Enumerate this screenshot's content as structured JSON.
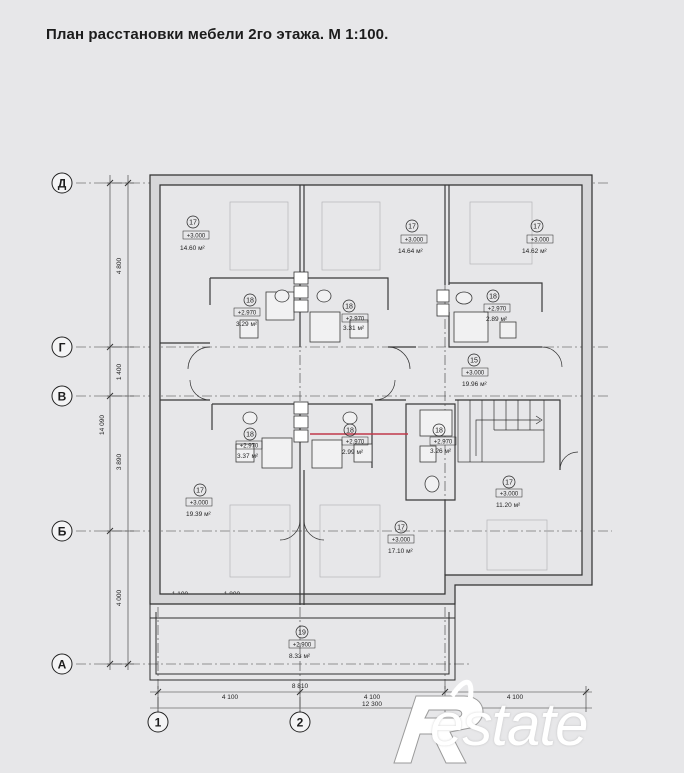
{
  "title": "План расстановки мебели 2го этажа.    М 1:100.",
  "axes_rows": [
    {
      "label": "Д"
    },
    {
      "label": "Г"
    },
    {
      "label": "В"
    },
    {
      "label": "Б"
    },
    {
      "label": "А"
    }
  ],
  "axes_cols": [
    {
      "label": "1"
    },
    {
      "label": "2"
    }
  ],
  "dims_vertical": {
    "d_g": "4 800",
    "g_v": "1 400",
    "v_b": "3 890",
    "b_a": "4 000",
    "total": "14 090"
  },
  "dims_horizontal": {
    "seg_1100": "1 100",
    "seg_1800": "1 800",
    "bot_4100_a": "4 100",
    "bot_8810": "8 810",
    "bot_4100_b": "4 100",
    "bot_4100_c": "4 100",
    "bot_12300": "12 300"
  },
  "rooms": [
    {
      "num": "17",
      "level": "+3.000",
      "area": "14.60 м²"
    },
    {
      "num": "17",
      "level": "+3.000",
      "area": "14.64 м²"
    },
    {
      "num": "17",
      "level": "+3.000",
      "area": "14.62 м²"
    },
    {
      "num": "18",
      "level": "+2.970",
      "area": "3.29 м²"
    },
    {
      "num": "18",
      "level": "+2.970",
      "area": "3.31 м²"
    },
    {
      "num": "18",
      "level": "+2.970",
      "area": "2.89 м²"
    },
    {
      "num": "15",
      "level": "+3.000",
      "area": "19.96 м²"
    },
    {
      "num": "18",
      "level": "+2.970",
      "area": "3.37 м²"
    },
    {
      "num": "18",
      "level": "+2.970",
      "area": "2.99 м²"
    },
    {
      "num": "18",
      "level": "+2.970",
      "area": "3.26 м²"
    },
    {
      "num": "17",
      "level": "+3.000",
      "area": "19.39 м²"
    },
    {
      "num": "17",
      "level": "+3.000",
      "area": "17.10 м²"
    },
    {
      "num": "17",
      "level": "+3.000",
      "area": "11.20 м²"
    },
    {
      "num": "19",
      "level": "+2.900",
      "area": "8.33 м²"
    }
  ],
  "watermark": "estate",
  "colors": {
    "background": "#e7e7e9",
    "wall": "#3a3a3a",
    "line": "#2a2a2a",
    "accent": "#c0394a"
  }
}
